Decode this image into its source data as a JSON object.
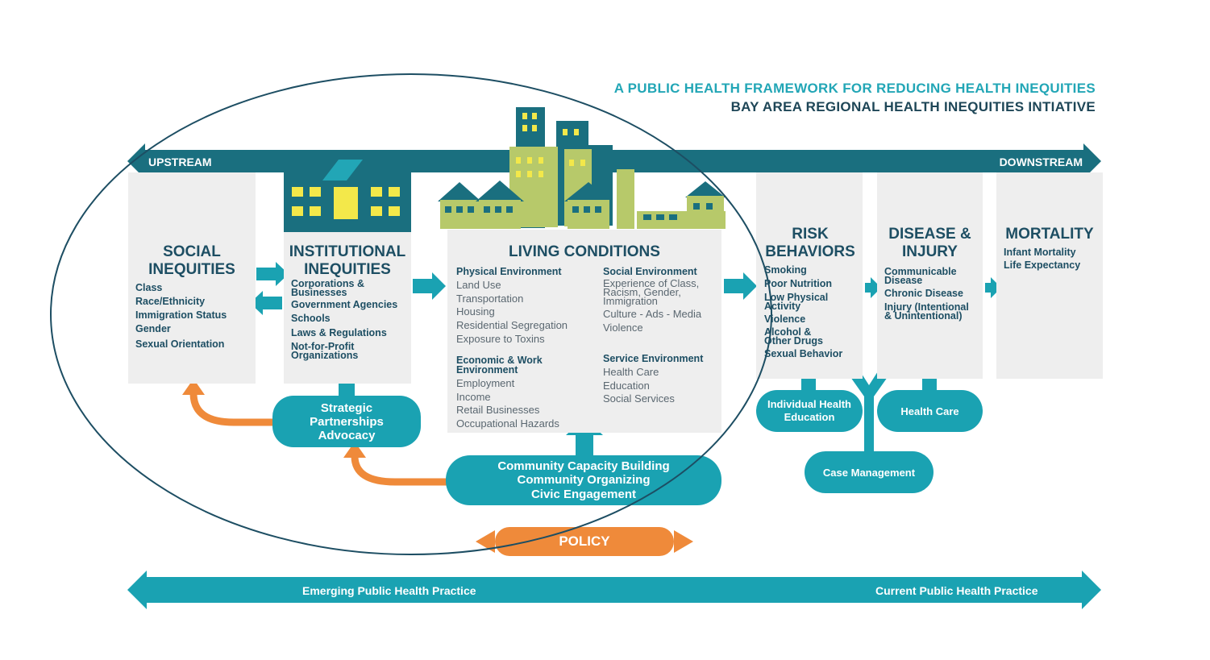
{
  "titles": {
    "line1": "A PUBLIC HEALTH FRAMEWORK FOR REDUCING HEALTH INEQUITIES",
    "line2": "BAY AREA REGIONAL HEALTH INEQUITIES INTIATIVE"
  },
  "stream": {
    "left": "UPSTREAM",
    "right": "DOWNSTREAM"
  },
  "social": {
    "heading_1": "SOCIAL",
    "heading_2": "INEQUITIES",
    "items": [
      "Class",
      "Race/Ethnicity",
      "Immigration Status",
      "Gender",
      "Sexual Orientation"
    ]
  },
  "institutional": {
    "heading_1": "INSTITUTIONAL",
    "heading_2": "INEQUITIES",
    "items": [
      "Corporations & Businesses",
      "Government Agencies",
      "Schools",
      "Laws & Regulations",
      "Not-for-Profit Organizations"
    ]
  },
  "living": {
    "heading": "LIVING CONDITIONS",
    "physical": {
      "title": "Physical Environment",
      "items": [
        "Land Use",
        "Transportation",
        "Housing",
        "Residential Segregation",
        "Exposure to Toxins"
      ]
    },
    "economic": {
      "title": "Economic & Work Environment",
      "items": [
        "Employment",
        "Income",
        "Retail Businesses",
        "Occupational Hazards"
      ]
    },
    "social_env": {
      "title": "Social Environment",
      "items": [
        "Experience of Class, Racism, Gender, Immigration",
        "Culture - Ads - Media",
        "Violence"
      ]
    },
    "service": {
      "title": "Service Environment",
      "items": [
        "Health Care",
        "Education",
        "Social Services"
      ]
    }
  },
  "risk": {
    "heading_1": "RISK",
    "heading_2": "BEHAVIORS",
    "items": [
      "Smoking",
      "Poor Nutrition",
      "Low Physical Activity",
      "Violence",
      "Alcohol & Other Drugs",
      "Sexual Behavior"
    ]
  },
  "disease": {
    "heading_1": "DISEASE &",
    "heading_2": "INJURY",
    "items": [
      "Communicable Disease",
      "Chronic Disease",
      "Injury (Intentional & Unintentional)"
    ]
  },
  "mortality": {
    "heading": "MORTALITY",
    "items": [
      "Infant Mortality",
      "Life Expectancy"
    ]
  },
  "interventions": {
    "strategic": [
      "Strategic",
      "Partnerships",
      "Advocacy"
    ],
    "community": [
      "Community Capacity Building",
      "Community Organizing",
      "Civic Engagement"
    ],
    "policy": "POLICY",
    "individual": [
      "Individual Health",
      "Education"
    ],
    "health_care": "Health Care",
    "case_management": "Case Management"
  },
  "practice": {
    "left": "Emerging Public Health Practice",
    "right": "Current Public Health Practice"
  },
  "colors": {
    "teal": "#1aa2b2",
    "dark": "#1d4e63",
    "orange": "#ef8a3a",
    "panel": "#eeeeee",
    "title_teal": "#22a6b6"
  }
}
